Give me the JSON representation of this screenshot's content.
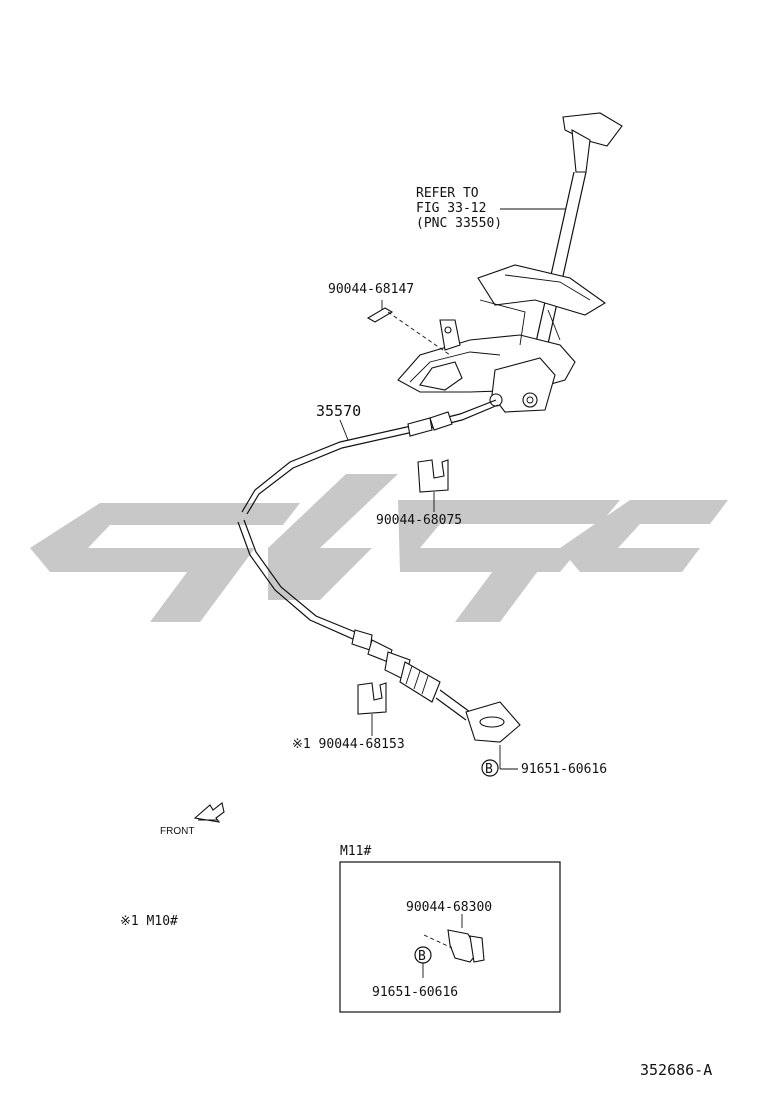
{
  "watermark": {
    "color": "#c8c8c8"
  },
  "callouts": {
    "refer_line1": "REFER TO",
    "refer_line2": "FIG 33-12",
    "refer_line3": "(PNC 33550)",
    "pin_clip": "90044-68147",
    "cable": "35570",
    "clip_upper": "90044-68075",
    "clip_lower": "※1 90044-68153",
    "bolt": "91651-60616",
    "bolt_marker": "B",
    "front": "FRONT"
  },
  "notes": {
    "footnote": "※1 M10#"
  },
  "inset": {
    "title": "M11#",
    "clip": "90044-68300",
    "bolt": "91651-60616",
    "bolt_marker": "B"
  },
  "figure_id": "352686-A",
  "icons": [
    "front-arrow-icon",
    "bolt-b-marker-icon"
  ]
}
